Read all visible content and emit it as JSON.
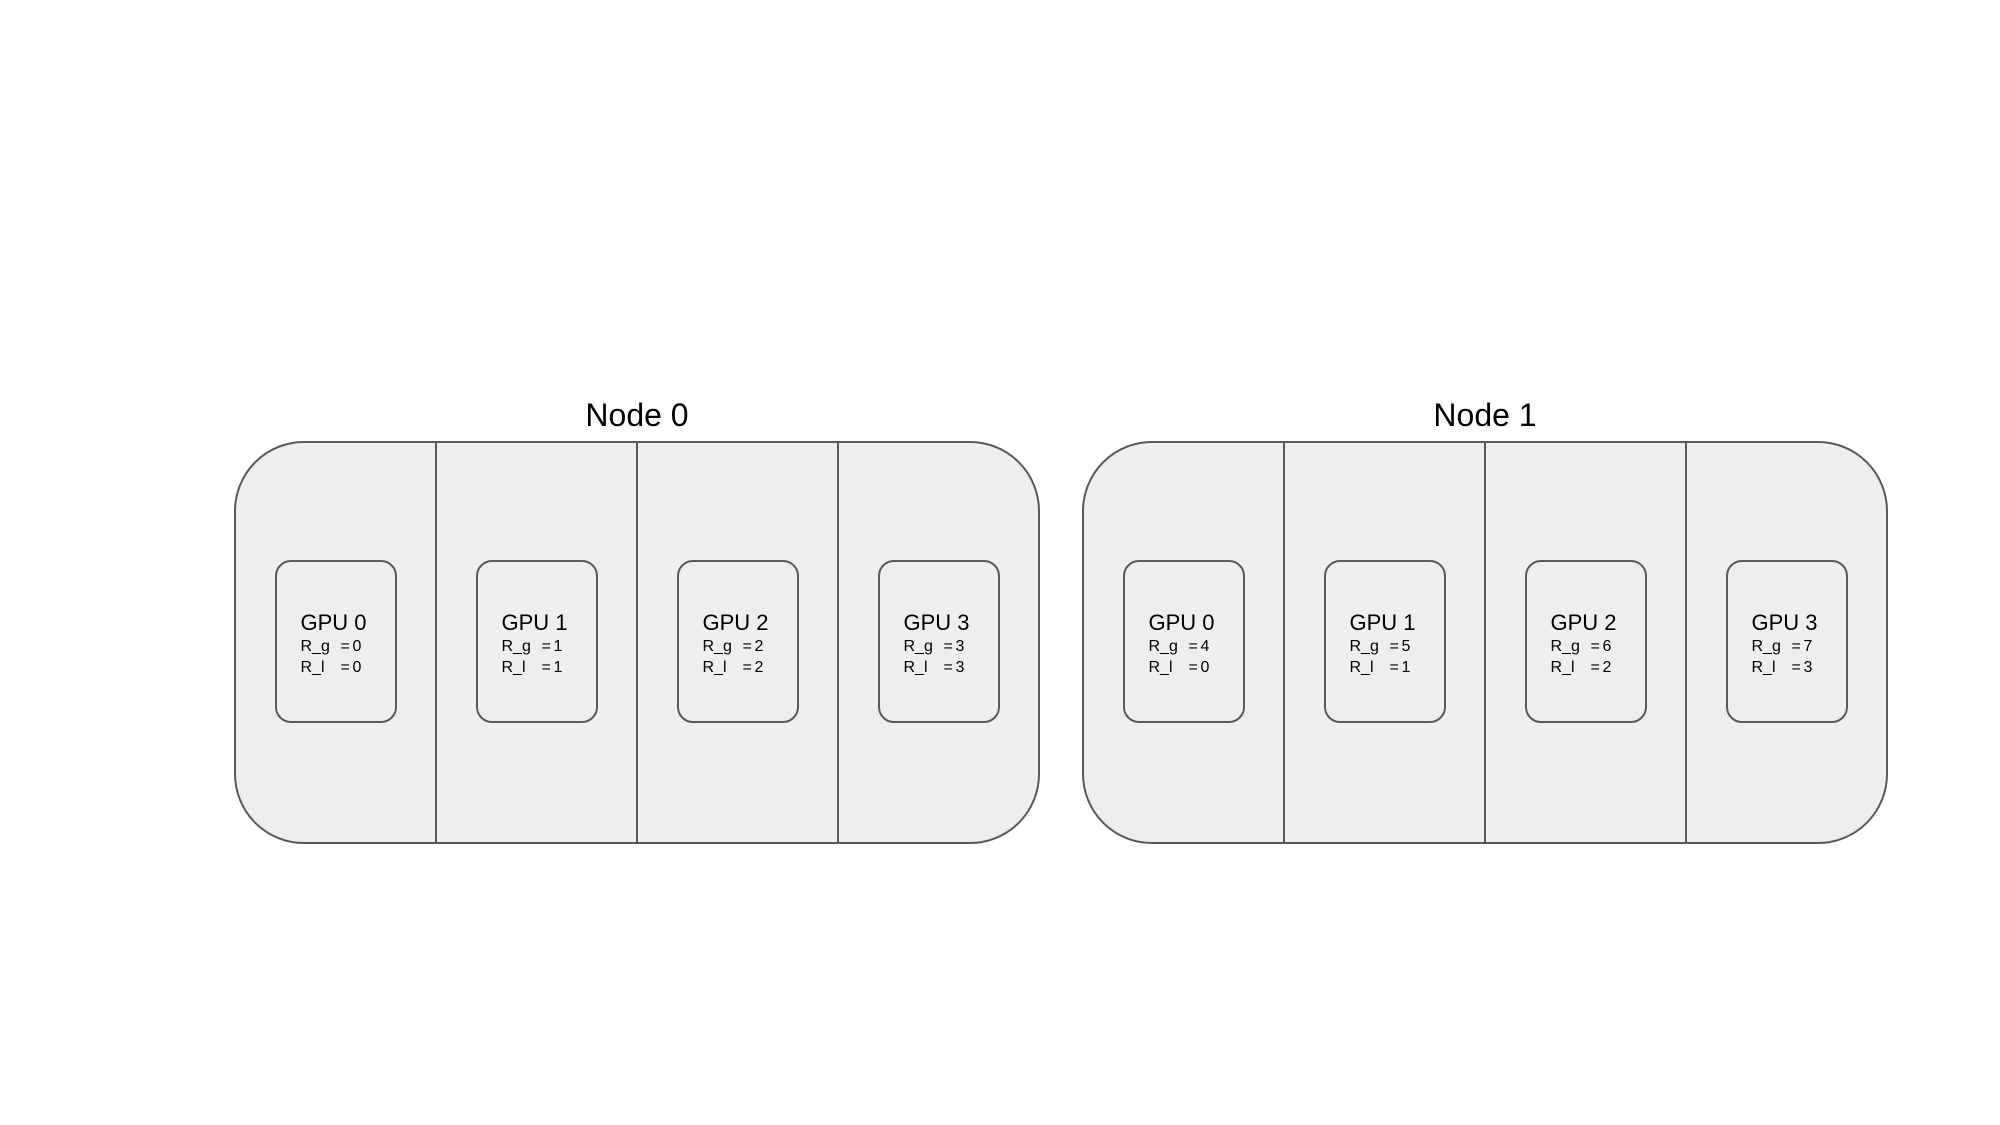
{
  "nodes": [
    {
      "title": "Node 0",
      "gpus": [
        {
          "name": "GPU 0",
          "rg_label": "R_g",
          "rg_value": "0",
          "rl_label": "R_l",
          "rl_value": "0"
        },
        {
          "name": "GPU 1",
          "rg_label": "R_g",
          "rg_value": "1",
          "rl_label": "R_l",
          "rl_value": "1"
        },
        {
          "name": "GPU 2",
          "rg_label": "R_g",
          "rg_value": "2",
          "rl_label": "R_l",
          "rl_value": "2"
        },
        {
          "name": "GPU 3",
          "rg_label": "R_g",
          "rg_value": "3",
          "rl_label": "R_l",
          "rl_value": "3"
        }
      ]
    },
    {
      "title": "Node 1",
      "gpus": [
        {
          "name": "GPU 0",
          "rg_label": "R_g",
          "rg_value": "4",
          "rl_label": "R_l",
          "rl_value": "0"
        },
        {
          "name": "GPU 1",
          "rg_label": "R_g",
          "rg_value": "5",
          "rl_label": "R_l",
          "rl_value": "1"
        },
        {
          "name": "GPU 2",
          "rg_label": "R_g",
          "rg_value": "6",
          "rl_label": "R_l",
          "rl_value": "2"
        },
        {
          "name": "GPU 3",
          "rg_label": "R_g",
          "rg_value": "7",
          "rl_label": "R_l",
          "rl_value": "3"
        }
      ]
    }
  ],
  "equals_sign": "=",
  "colors": {
    "border": "#595959",
    "fill": "#eeeeee",
    "background": "#ffffff"
  }
}
